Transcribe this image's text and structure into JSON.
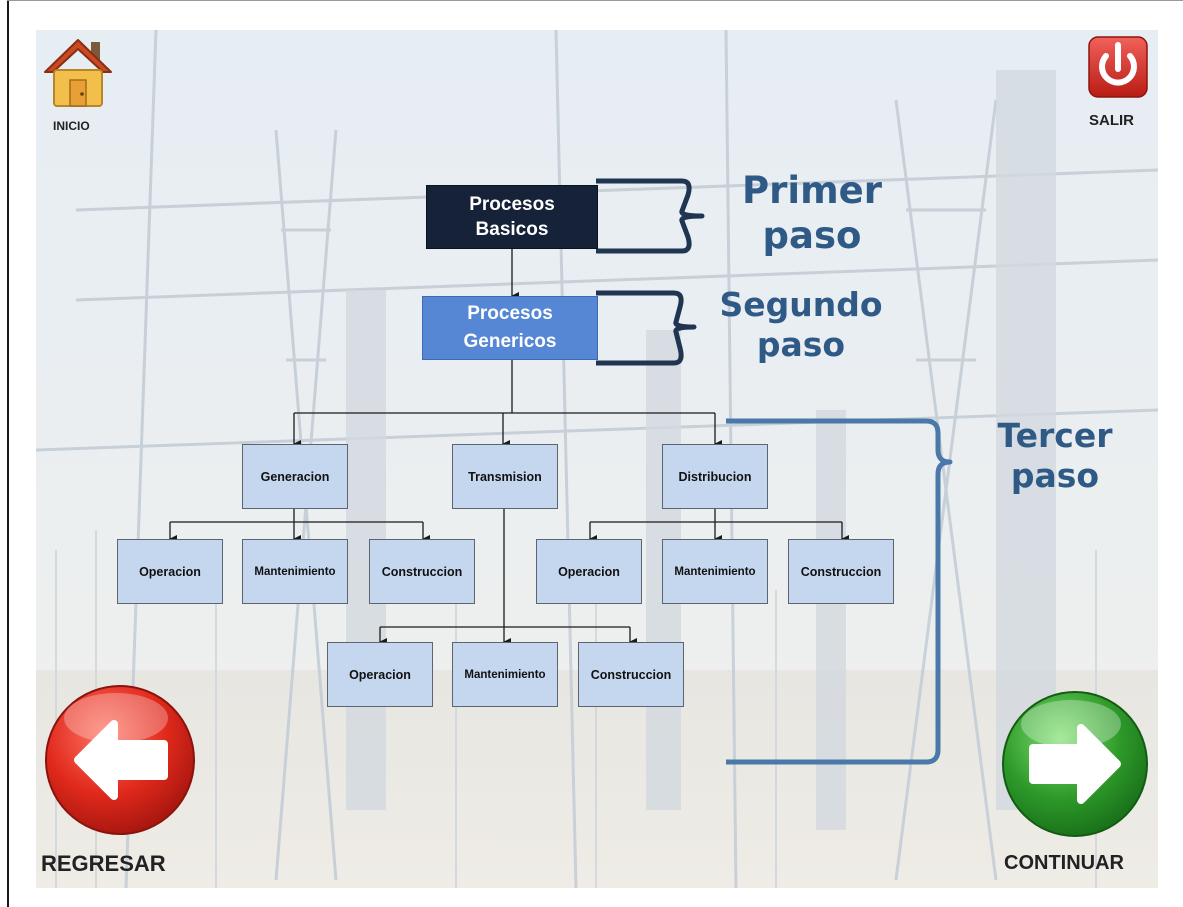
{
  "nav": {
    "home_label": "INICIO",
    "exit_label": "SALIR",
    "back_label": "REGRESAR",
    "next_label": "CONTINUAR"
  },
  "diagram": {
    "root": "Procesos\nBasicos",
    "generic": "Procesos\nGenericos",
    "branches": {
      "generacion": {
        "label": "Generacion",
        "children": [
          "Operacion",
          "Mantenimiento",
          "Construccion"
        ]
      },
      "transmision": {
        "label": "Transmision",
        "children": [
          "Operacion",
          "Mantenimiento",
          "Construccion"
        ]
      },
      "distribucion": {
        "label": "Distribucion",
        "children": [
          "Operacion",
          "Mantenimiento",
          "Construccion"
        ]
      }
    }
  },
  "steps": {
    "first": "Primer\npaso",
    "second": "Segundo\npaso",
    "third": "Tercer\npaso"
  },
  "colors": {
    "step_text": "#2f5a86",
    "bracket_dark": "#1f3552",
    "bracket_light": "#4a78a8",
    "root_fill": "#152238",
    "generic_fill": "#5687d5",
    "leaf_fill": "#c5d6ef",
    "back_button": "#d8261c",
    "next_button": "#2e9a2a",
    "exit_button": "#d9342b"
  }
}
